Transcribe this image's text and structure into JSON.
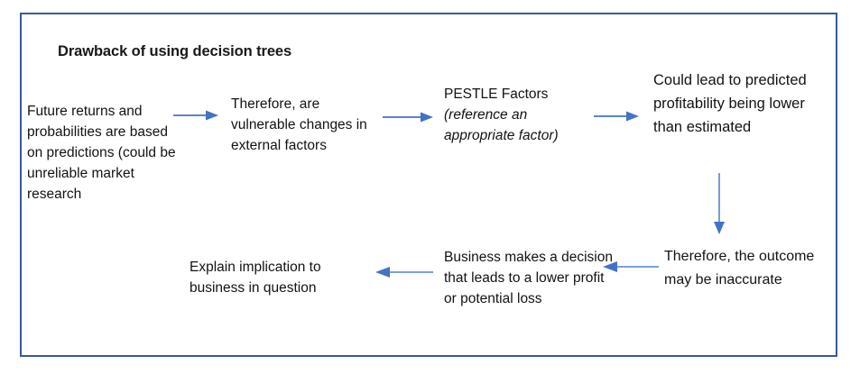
{
  "panel": {
    "title": "Drawback of using decision trees",
    "border_color": "#37589e"
  },
  "accent_color": "#4472c4",
  "flow": {
    "nodes": [
      {
        "id": "future-returns",
        "name": "node-future-returns",
        "text": "Future returns and probabilities are based on predictions (could be unreliable market research",
        "style": "normal"
      },
      {
        "id": "therefore-vulnerable",
        "name": "node-therefore-vulnerable",
        "text": "Therefore, are vulnerable changes in external factors",
        "style": "normal"
      },
      {
        "id": "pestle-factors",
        "name": "node-pestle-factors",
        "text": "PESTLE Factors",
        "text_italic": "(reference an appropriate factor)",
        "style": "mixed"
      },
      {
        "id": "could-lead-to",
        "name": "node-could-lead-to",
        "text": "Could lead to predicted profitability being lower than estimated",
        "style": "normal"
      },
      {
        "id": "therefore-outcome",
        "name": "node-therefore-outcome",
        "text": "Therefore, the outcome may be inaccurate",
        "style": "normal"
      },
      {
        "id": "business-decision",
        "name": "node-business-decision",
        "text": "Business makes a decision that leads to a lower profit or potential loss",
        "style": "normal"
      },
      {
        "id": "explain-implication",
        "name": "node-explain-implication",
        "text": "Explain implication to business in question",
        "style": "italic"
      }
    ],
    "arrows": [
      {
        "id": "arrow-1",
        "name": "arrow-future-to-therefore",
        "direction": "right"
      },
      {
        "id": "arrow-2",
        "name": "arrow-therefore-to-pestle",
        "direction": "right"
      },
      {
        "id": "arrow-3",
        "name": "arrow-pestle-to-couldlead",
        "direction": "right"
      },
      {
        "id": "arrow-down",
        "name": "arrow-couldlead-to-outcome",
        "direction": "down"
      },
      {
        "id": "arrow-4",
        "name": "arrow-outcome-to-business",
        "direction": "left"
      },
      {
        "id": "arrow-5",
        "name": "arrow-business-to-explain",
        "direction": "left"
      }
    ]
  }
}
